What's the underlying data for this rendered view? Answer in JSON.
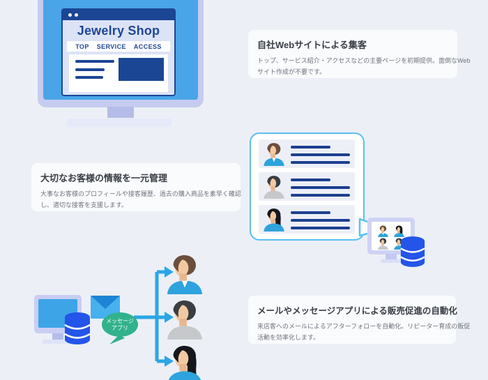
{
  "sections": [
    {
      "id": "website",
      "title": "自社Webサイトによる集客",
      "description_lines": [
        "トップ、サービス紹介・アクセスなどの主要ページを初期提供。面倒なWeb",
        "サイト作成が不要です。"
      ]
    },
    {
      "id": "crm",
      "title": "大切なお客様の情報を一元管理",
      "description_lines": [
        "大事なお客様のプロフィールや接客履歴、過去の購入商品を素早く確認",
        "し、適切な接客を支援します。"
      ]
    },
    {
      "id": "automation",
      "title": "メールやメッセージアプリによる販売促進の自動化",
      "description_lines": [
        "来店客へのメールによるアフターフォローを自動化。リピーター育成の販促",
        "活動を効率化します。"
      ]
    }
  ],
  "browser_mock": {
    "site_title": "Jewelry Shop",
    "nav_items": [
      "TOP",
      "SERVICE",
      "ACCESS"
    ]
  },
  "message_bubble": {
    "lines": [
      "メッセージ",
      "アプリ"
    ]
  },
  "icons": {
    "database": "stacked-cylinder",
    "envelope": "mail",
    "avatar": "person-profile",
    "monitor": "desktop-display"
  },
  "colors": {
    "page_background": "#ecf0f6",
    "navy": "#1b4694",
    "screen_blue": "#49a5e8",
    "database_blue": "#2355e8",
    "arrow_blue": "#2aa6e6",
    "bubble_border": "#58c0ef",
    "message_green": "#31b28c",
    "monitor_frame": "#c6cbf0"
  }
}
